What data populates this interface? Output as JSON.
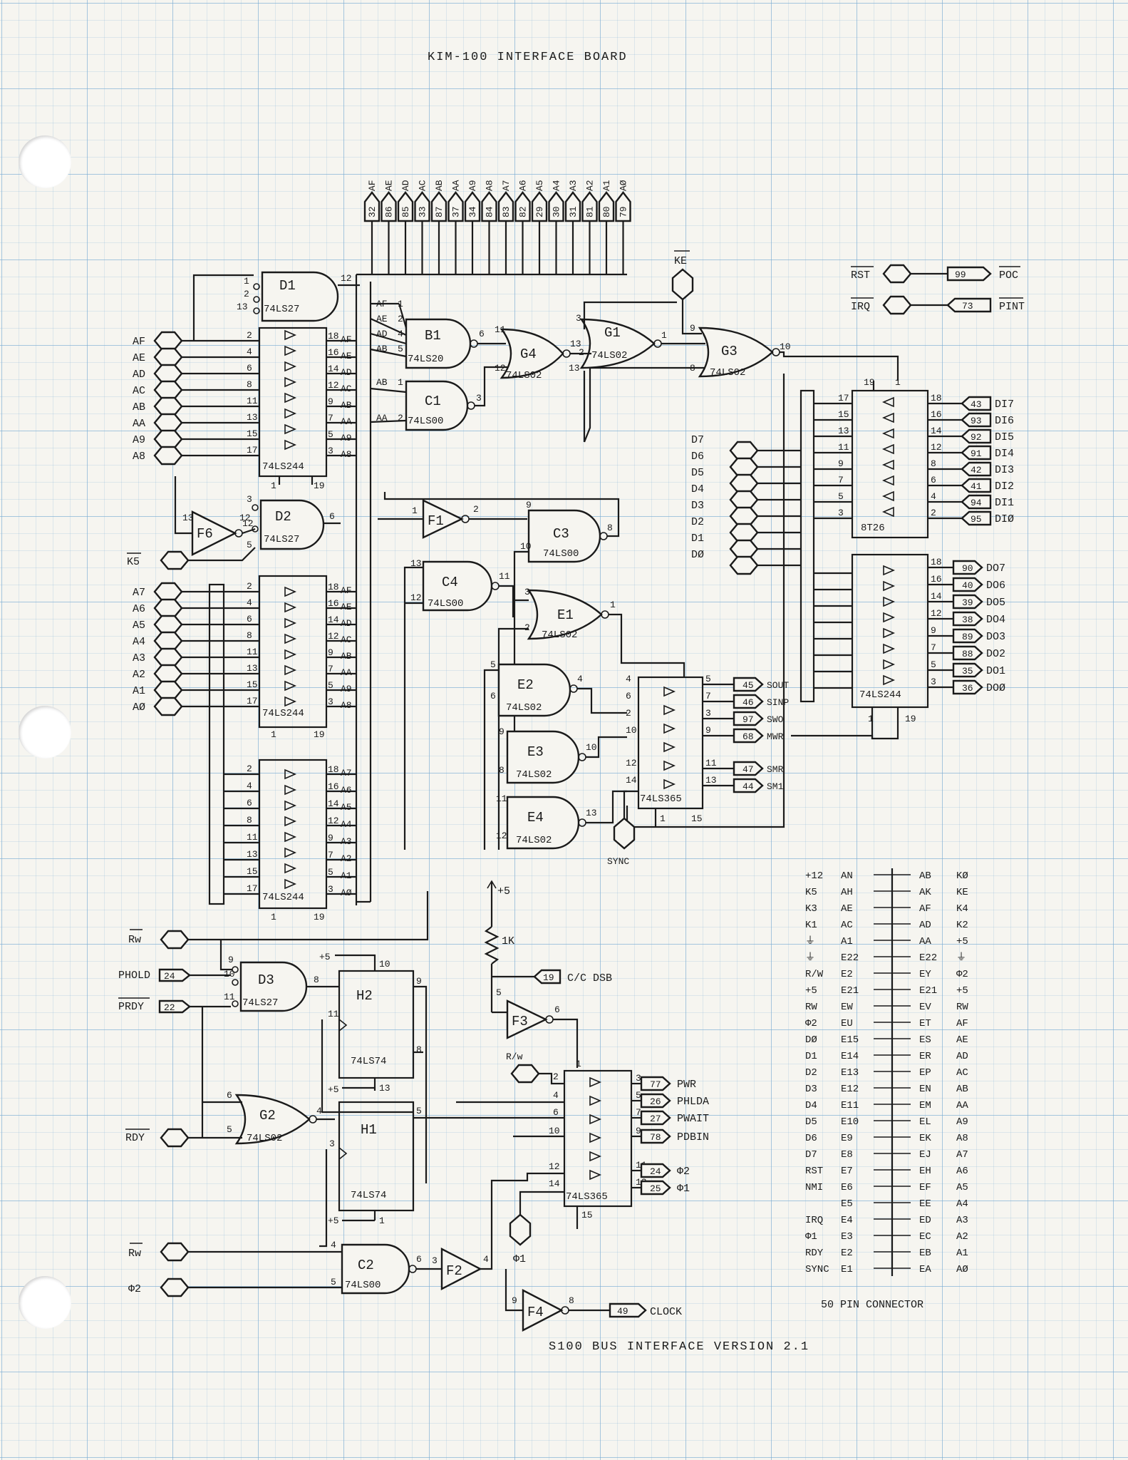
{
  "title": "KIM-100    INTERFACE BOARD",
  "footer": "S100 BUS INTERFACE VERSION 2.1",
  "bus_pins": [
    {
      "name": "AF",
      "pin": "32"
    },
    {
      "name": "AE",
      "pin": "86"
    },
    {
      "name": "AD",
      "pin": "85"
    },
    {
      "name": "AC",
      "pin": "33"
    },
    {
      "name": "AB",
      "pin": "87"
    },
    {
      "name": "AA",
      "pin": "37"
    },
    {
      "name": "A9",
      "pin": "34"
    },
    {
      "name": "A8",
      "pin": "84"
    },
    {
      "name": "A7",
      "pin": "83"
    },
    {
      "name": "A6",
      "pin": "82"
    },
    {
      "name": "A5",
      "pin": "29"
    },
    {
      "name": "A4",
      "pin": "30"
    },
    {
      "name": "A3",
      "pin": "31"
    },
    {
      "name": "A2",
      "pin": "81"
    },
    {
      "name": "A1",
      "pin": "80"
    },
    {
      "name": "AØ",
      "pin": "79"
    }
  ],
  "inputs": {
    "addr_high": [
      "AF",
      "AE",
      "AD",
      "AC",
      "AB",
      "AA",
      "A9",
      "A8"
    ],
    "addr_low": [
      "A7",
      "A6",
      "A5",
      "A4",
      "A3",
      "A2",
      "A1",
      "AØ"
    ],
    "data": [
      "D7",
      "D6",
      "D5",
      "D4",
      "D3",
      "D2",
      "D1",
      "DØ"
    ],
    "k5": "K5",
    "rw1": "Rw",
    "phold": "PHOLD",
    "phold_pin": "24",
    "prdy": "PRDY",
    "prdy_pin": "22",
    "rdy": "RDY",
    "rw2": "Rw",
    "phi2": "Φ2",
    "ke": "KE",
    "sync": "SYNC",
    "phi1": "Φ1",
    "rw3": "R/w"
  },
  "top_right": {
    "rst": "RST",
    "rst_pin": "99",
    "poc": "POC",
    "irq": "IRQ",
    "irq_pin": "73",
    "pint": "PINT"
  },
  "chips": {
    "d1": {
      "name": "D1",
      "part": "74LS27"
    },
    "d2": {
      "name": "D2",
      "part": "74LS27"
    },
    "d3": {
      "name": "D3",
      "part": "74LS27"
    },
    "b1": {
      "name": "B1",
      "part": "74LS20"
    },
    "c1": {
      "name": "C1",
      "part": "74LS00"
    },
    "c2": {
      "name": "C2",
      "part": "74LS00"
    },
    "c3": {
      "name": "C3",
      "part": "74LS00"
    },
    "c4": {
      "name": "C4",
      "part": "74LS00"
    },
    "g1": {
      "name": "G1",
      "part": "74LS02"
    },
    "g2": {
      "name": "G2",
      "part": "74LS02"
    },
    "g3": {
      "name": "G3",
      "part": "74LS02"
    },
    "g4": {
      "name": "G4",
      "part": "74LS02"
    },
    "e1": {
      "name": "E1",
      "part": "74LS02"
    },
    "e2": {
      "name": "E2",
      "part": "74LS02"
    },
    "e3": {
      "name": "E3",
      "part": "74LS02"
    },
    "e4": {
      "name": "E4",
      "part": "74LS02"
    },
    "f1": {
      "name": "F1"
    },
    "f2": {
      "name": "F2"
    },
    "f3": {
      "name": "F3"
    },
    "f4": {
      "name": "F4"
    },
    "f6": {
      "name": "F6"
    },
    "h1": {
      "name": "H1",
      "part": "74LS74"
    },
    "h2": {
      "name": "H2",
      "part": "74LS74"
    },
    "buf244a": "74LS244",
    "buf244b": "74LS244",
    "buf244c": "74LS244",
    "buf244d": "74LS244",
    "buf8t": "8T26",
    "buf365a": "74LS365",
    "buf365b": "74LS365"
  },
  "outputs": {
    "di": [
      {
        "pin": "43",
        "sig": "DI7"
      },
      {
        "pin": "93",
        "sig": "DI6"
      },
      {
        "pin": "92",
        "sig": "DI5"
      },
      {
        "pin": "91",
        "sig": "DI4"
      },
      {
        "pin": "42",
        "sig": "DI3"
      },
      {
        "pin": "41",
        "sig": "DI2"
      },
      {
        "pin": "94",
        "sig": "DI1"
      },
      {
        "pin": "95",
        "sig": "DIØ"
      }
    ],
    "do": [
      {
        "pin": "90",
        "sig": "DO7"
      },
      {
        "pin": "40",
        "sig": "DO6"
      },
      {
        "pin": "39",
        "sig": "DO5"
      },
      {
        "pin": "38",
        "sig": "DO4"
      },
      {
        "pin": "89",
        "sig": "DO3"
      },
      {
        "pin": "88",
        "sig": "DO2"
      },
      {
        "pin": "35",
        "sig": "DO1"
      },
      {
        "pin": "36",
        "sig": "DOØ"
      }
    ],
    "status": [
      {
        "pin": "45",
        "sig": "SOUT"
      },
      {
        "pin": "46",
        "sig": "SINP"
      },
      {
        "pin": "97",
        "sig": "SWO"
      },
      {
        "pin": "68",
        "sig": "MWR"
      },
      {
        "pin": "47",
        "sig": "SMR"
      },
      {
        "pin": "44",
        "sig": "SM1"
      }
    ],
    "ctrl": [
      {
        "pin": "77",
        "sig": "PWR"
      },
      {
        "pin": "26",
        "sig": "PHLDA"
      },
      {
        "pin": "27",
        "sig": "PWAIT"
      },
      {
        "pin": "78",
        "sig": "PDBIN"
      },
      {
        "pin": "24",
        "sig": "Φ2"
      },
      {
        "pin": "25",
        "sig": "Φ1"
      }
    ],
    "c_dsb_pin": "19",
    "c_dsb": "C/C DSB",
    "clock_pin": "49",
    "clock": "CLOCK",
    "resistor": "1K",
    "vcc": "+5"
  },
  "connector": {
    "label": "50 PIN CONNECTOR",
    "rows": [
      [
        "+12",
        "AN",
        "AB",
        "KØ"
      ],
      [
        "K5",
        "AH",
        "AK",
        "KE"
      ],
      [
        "K3",
        "AE",
        "AF",
        "K4"
      ],
      [
        "K1",
        "AC",
        "AD",
        "K2"
      ],
      [
        "⏚",
        "A1",
        "AA",
        "+5"
      ],
      [
        "⏚",
        "E22",
        "E22",
        "⏚"
      ],
      [
        "R/W",
        "E2",
        "EY",
        "Φ2"
      ],
      [
        "+5",
        "E21",
        "E21",
        "+5"
      ],
      [
        "RW",
        "EW",
        "EV",
        "RW"
      ],
      [
        "Φ2",
        "EU",
        "ET",
        "AF"
      ],
      [
        "DØ",
        "E15",
        "ES",
        "AE"
      ],
      [
        "D1",
        "E14",
        "ER",
        "AD"
      ],
      [
        "D2",
        "E13",
        "EP",
        "AC"
      ],
      [
        "D3",
        "E12",
        "EN",
        "AB"
      ],
      [
        "D4",
        "E11",
        "EM",
        "AA"
      ],
      [
        "D5",
        "E10",
        "EL",
        "A9"
      ],
      [
        "D6",
        "E9",
        "EK",
        "A8"
      ],
      [
        "D7",
        "E8",
        "EJ",
        "A7"
      ],
      [
        "RST",
        "E7",
        "EH",
        "A6"
      ],
      [
        "NMI",
        "E6",
        "EF",
        "A5"
      ],
      [
        "",
        "E5",
        "EE",
        "A4"
      ],
      [
        "IRQ",
        "E4",
        "ED",
        "A3"
      ],
      [
        "Φ1",
        "E3",
        "EC",
        "A2"
      ],
      [
        "RDY",
        "E2",
        "EB",
        "A1"
      ],
      [
        "SYNC",
        "E1",
        "EA",
        "AØ"
      ]
    ]
  }
}
